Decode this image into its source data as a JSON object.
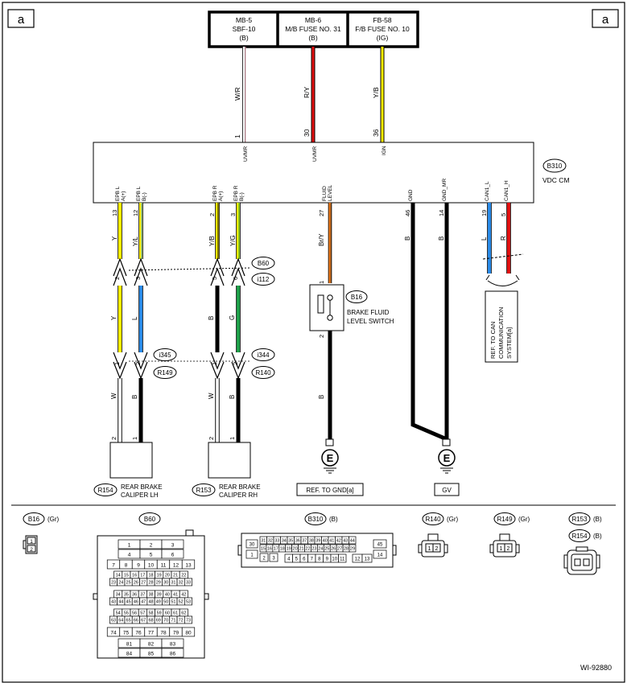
{
  "corner_left": "a",
  "corner_right": "a",
  "fuses": [
    {
      "l1": "MB-5",
      "l2": "SBF-10",
      "l3": "(B)"
    },
    {
      "l1": "MB-6",
      "l2": "M/B FUSE NO. 31",
      "l3": "(B)"
    },
    {
      "l1": "FB-58",
      "l2": "F/B FUSE NO. 10",
      "l3": "(IG)"
    }
  ],
  "top_wires": [
    {
      "color_code": "W/R",
      "pin": "1",
      "term": "UVMR"
    },
    {
      "color_code": "R/Y",
      "pin": "30",
      "term": "UVMR"
    },
    {
      "color_code": "Y/B",
      "pin": "36",
      "term": "IGN"
    }
  ],
  "module": {
    "conn": "B310",
    "name": "VDC CM"
  },
  "module_terms": [
    {
      "term": "EPB L A(+)",
      "pin": "13",
      "color_code": "Y"
    },
    {
      "term": "EPB L B(-)",
      "pin": "12",
      "color_code": "Y/L"
    },
    {
      "term": "EPB R A(+)",
      "pin": "2",
      "color_code": "Y/B"
    },
    {
      "term": "EPB R B(-)",
      "pin": "3",
      "color_code": "Y/G"
    },
    {
      "term": "FLUID LEVEL",
      "pin": "27",
      "color_code": "Br/Y"
    },
    {
      "term": "GND",
      "pin": "46",
      "color_code": "B"
    },
    {
      "term": "GND_MR",
      "pin": "14",
      "color_code": "B"
    },
    {
      "term": "CAN1_L",
      "pin": "19",
      "color_code": "L"
    },
    {
      "term": "CAN1_H",
      "pin": "5",
      "color_code": "R"
    }
  ],
  "joint": {
    "upper_pins": [
      "2",
      "3",
      "5",
      "6"
    ],
    "upper_conns": [
      "B60",
      "i112"
    ],
    "mid_colors": [
      "Y",
      "L",
      "B",
      "G"
    ],
    "lower_pins": [
      "1",
      "2",
      "1",
      "2"
    ],
    "lower_conns_l": [
      "i345",
      "R149"
    ],
    "lower_conns_r": [
      "i344",
      "R140"
    ],
    "bottom_colors": [
      "W",
      "B",
      "W",
      "B"
    ],
    "cal_pins": [
      "2",
      "1",
      "2",
      "1"
    ]
  },
  "switch": {
    "conn": "B16",
    "label1": "BRAKE FLUID",
    "label2": "LEVEL SWITCH",
    "pin_top": "1",
    "pin_bot": "2",
    "wire_below": "B"
  },
  "calipers": [
    {
      "conn": "R154",
      "l1": "REAR BRAKE",
      "l2": "CALIPER LH"
    },
    {
      "conn": "R153",
      "l1": "REAR BRAKE",
      "l2": "CALIPER RH"
    }
  ],
  "grounds": [
    {
      "symbol": "E",
      "label": "REF. TO GND[a]"
    },
    {
      "symbol": "E",
      "label": "GV"
    }
  ],
  "can_ref": {
    "l1": "REF. TO CAN",
    "l2": "COMMUNICATION",
    "l3": "SYSTEM[a]"
  },
  "connectors": [
    {
      "id": "B16",
      "color": "(Gr)"
    },
    {
      "id": "B60",
      "color": ""
    },
    {
      "id": "B310",
      "color": "(B)"
    },
    {
      "id": "R140",
      "color": "(Gr)"
    },
    {
      "id": "R149",
      "color": "(Gr)"
    },
    {
      "id": "R153",
      "color": "(B)"
    },
    {
      "id": "R154",
      "color": "(B)"
    }
  ],
  "b16_pins": [
    "1",
    "2"
  ],
  "b60_rows": [
    [
      "1",
      "2",
      "3"
    ],
    [
      "4",
      "5",
      "6"
    ],
    [
      "7",
      "8",
      "9",
      "10",
      "11",
      "12",
      "13"
    ],
    [
      "14",
      "15",
      "16",
      "17",
      "18",
      "19",
      "20",
      "21",
      "22"
    ],
    [
      "23",
      "24",
      "25",
      "26",
      "27",
      "28",
      "29",
      "30",
      "31",
      "32",
      "33"
    ],
    [
      "34",
      "35",
      "36",
      "37",
      "38",
      "39",
      "40",
      "41",
      "42"
    ],
    [
      "43",
      "44",
      "45",
      "46",
      "47",
      "48",
      "49",
      "50",
      "51",
      "52",
      "53"
    ],
    [
      "54",
      "55",
      "56",
      "57",
      "58",
      "59",
      "60",
      "61",
      "62"
    ],
    [
      "63",
      "64",
      "65",
      "66",
      "67",
      "68",
      "69",
      "70",
      "71",
      "72",
      "73"
    ],
    [
      "74",
      "75",
      "76",
      "77",
      "78",
      "79",
      "80"
    ],
    [
      "81",
      "82",
      "83"
    ],
    [
      "84",
      "85",
      "86"
    ]
  ],
  "b310": {
    "left": [
      "30",
      "1",
      "2",
      "3"
    ],
    "row1": [
      "31",
      "32",
      "33",
      "34",
      "35",
      "36",
      "37",
      "38",
      "39",
      "40",
      "41",
      "42",
      "43",
      "44"
    ],
    "row2": [
      "15",
      "16",
      "17",
      "18",
      "19",
      "20",
      "21",
      "22",
      "23",
      "24",
      "25",
      "26",
      "27",
      "28",
      "29"
    ],
    "row3": [
      "4",
      "5",
      "6",
      "7",
      "8",
      "9",
      "10",
      "11"
    ],
    "row3b": [
      "12",
      "13"
    ],
    "right": [
      "45",
      "14"
    ]
  },
  "small_pins": [
    "1",
    "2"
  ],
  "code": "WI-92880",
  "colors": {
    "yellow": "#ffee00",
    "blue": "#2a8ae6",
    "green": "#1fa04a",
    "red": "#e01010",
    "orange": "#f07b1a",
    "brown": "#9a5a20",
    "pink": "#e9a0b0"
  }
}
